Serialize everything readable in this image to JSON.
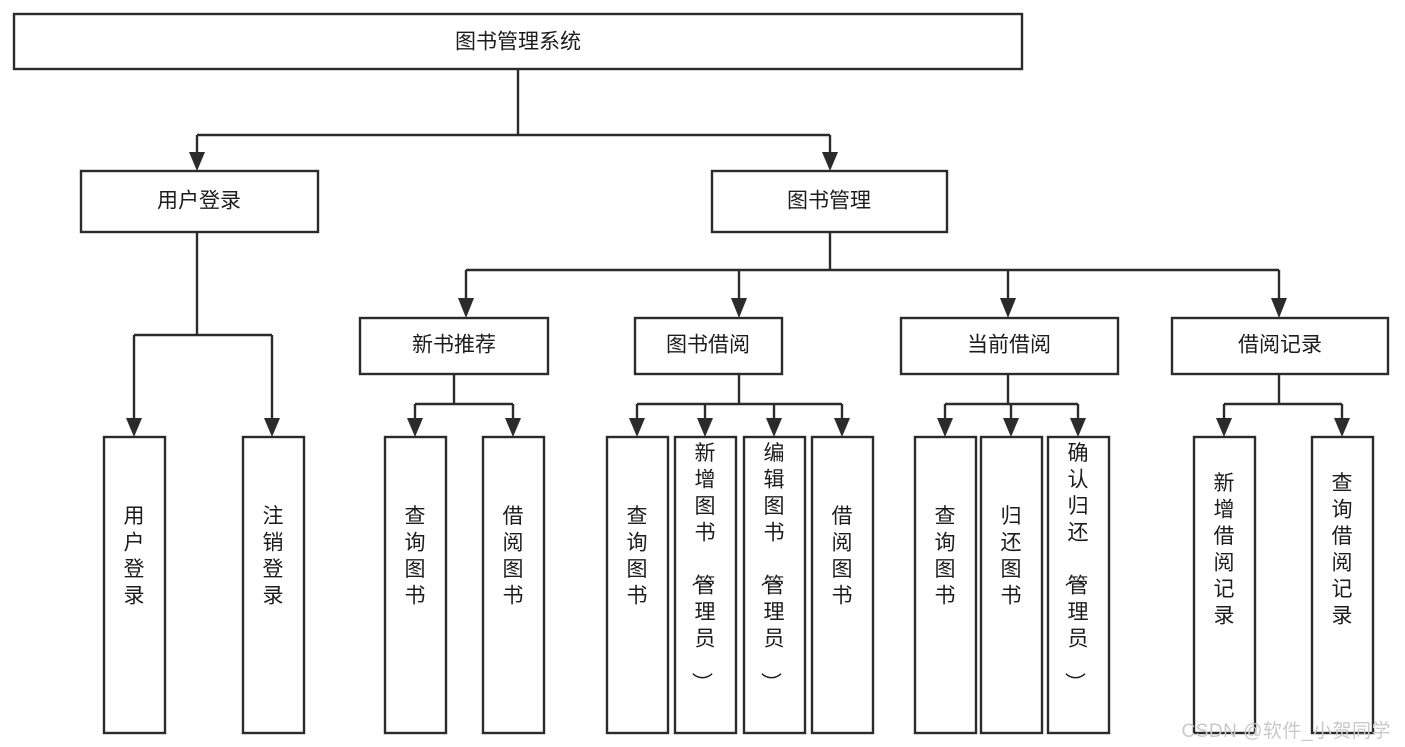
{
  "diagram": {
    "type": "tree-hierarchy",
    "title": "图书管理系统",
    "watermark": "CSDN @软件_小贺同学",
    "colors": {
      "background": "#ffffff",
      "box_border": "#2b2b2b",
      "box_fill": "#ffffff",
      "text": "#1c1c1c",
      "connector": "#2b2b2b",
      "watermark": "#c9c9c9"
    },
    "levels": [
      {
        "level": 0,
        "nodes": [
          {
            "id": "root",
            "label": "图书管理系统",
            "orientation": "horizontal"
          }
        ]
      },
      {
        "level": 1,
        "nodes": [
          {
            "id": "user-login",
            "label": "用户登录",
            "orientation": "horizontal",
            "parent": "root"
          },
          {
            "id": "book-manage",
            "label": "图书管理",
            "orientation": "horizontal",
            "parent": "root"
          }
        ]
      },
      {
        "level": 2,
        "nodes": [
          {
            "id": "new-book-rec",
            "label": "新书推荐",
            "orientation": "horizontal",
            "parent": "book-manage"
          },
          {
            "id": "book-borrow",
            "label": "图书借阅",
            "orientation": "horizontal",
            "parent": "book-manage"
          },
          {
            "id": "current-borrow",
            "label": "当前借阅",
            "orientation": "horizontal",
            "parent": "book-manage"
          },
          {
            "id": "borrow-record",
            "label": "借阅记录",
            "orientation": "horizontal",
            "parent": "book-manage"
          }
        ]
      },
      {
        "level": 3,
        "nodes": [
          {
            "id": "leaf-1",
            "label": "用户登录",
            "orientation": "vertical",
            "parent": "user-login"
          },
          {
            "id": "leaf-2",
            "label": "注销登录",
            "orientation": "vertical",
            "parent": "user-login"
          },
          {
            "id": "leaf-3",
            "label": "查询图书",
            "orientation": "vertical",
            "parent": "new-book-rec"
          },
          {
            "id": "leaf-4",
            "label": "借阅图书",
            "orientation": "vertical",
            "parent": "new-book-rec"
          },
          {
            "id": "leaf-5",
            "label": "查询图书",
            "orientation": "vertical",
            "parent": "book-borrow"
          },
          {
            "id": "leaf-6",
            "label": "新增图书（管理员）",
            "orientation": "vertical",
            "parent": "book-borrow"
          },
          {
            "id": "leaf-7",
            "label": "编辑图书（管理员）",
            "orientation": "vertical",
            "parent": "book-borrow"
          },
          {
            "id": "leaf-8",
            "label": "借阅图书",
            "orientation": "vertical",
            "parent": "book-borrow"
          },
          {
            "id": "leaf-9",
            "label": "查询图书",
            "orientation": "vertical",
            "parent": "current-borrow"
          },
          {
            "id": "leaf-10",
            "label": "归还图书",
            "orientation": "vertical",
            "parent": "current-borrow"
          },
          {
            "id": "leaf-11",
            "label": "确认归还（管理员）",
            "orientation": "vertical",
            "parent": "current-borrow"
          },
          {
            "id": "leaf-12",
            "label": "新增借阅记录",
            "orientation": "vertical",
            "parent": "borrow-record"
          },
          {
            "id": "leaf-13",
            "label": "查询借阅记录",
            "orientation": "vertical",
            "parent": "borrow-record"
          }
        ]
      }
    ]
  }
}
